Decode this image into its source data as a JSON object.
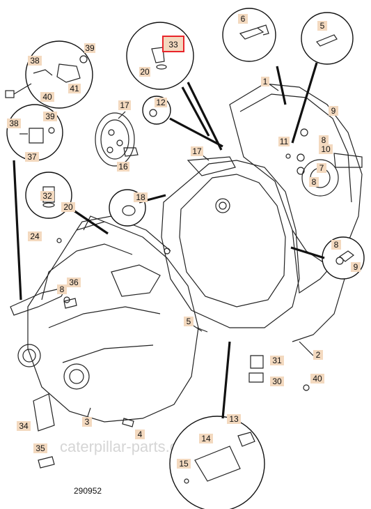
{
  "diagram_code": "290952",
  "watermark": "caterpillar-parts.com.ua",
  "highlight_color": "#e8242a",
  "callouts": {
    "c1": "1",
    "c2": "2",
    "c3": "3",
    "c4": "4",
    "c5a": "5",
    "c5b": "5",
    "c6": "6",
    "c7": "7",
    "c8a": "8",
    "c8b": "8",
    "c8c": "8",
    "c8d": "8",
    "c9a": "9",
    "c9b": "9",
    "c10": "10",
    "c11": "11",
    "c12": "12",
    "c13": "13",
    "c14": "14",
    "c15": "15",
    "c16": "16",
    "c17a": "17",
    "c17b": "17",
    "c18": "18",
    "c20a": "20",
    "c20b": "20",
    "c24": "24",
    "c30": "30",
    "c31": "31",
    "c32": "32",
    "c33": "33",
    "c34": "34",
    "c35": "35",
    "c36": "36",
    "c37": "37",
    "c38a": "38",
    "c38b": "38",
    "c39a": "39",
    "c39b": "39",
    "c40a": "40",
    "c40b": "40",
    "c41": "41"
  }
}
